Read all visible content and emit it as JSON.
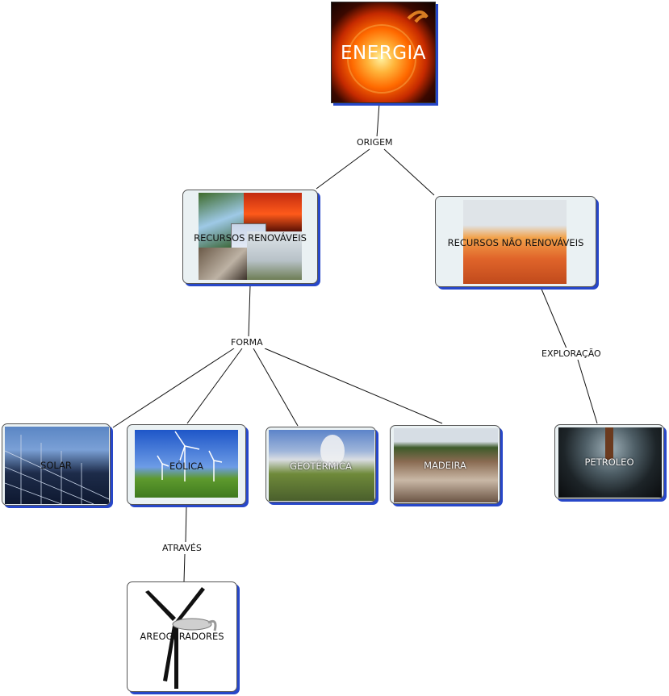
{
  "root": {
    "title": "ENERGIA"
  },
  "links": {
    "origem": "ORIGEM",
    "forma": "FORMA",
    "exploracao": "EXPLORAÇÃO",
    "atraves": "ATRAVÉS"
  },
  "nodes": {
    "renovaveis": "RECURSOS RENOVÁVEIS",
    "nao_renovaveis": "RECURSOS NÃO RENOVÁVEIS",
    "solar": "SOLAR",
    "eolica": "EÓLICA",
    "geotermica": "GEOTÉRMICA",
    "madeira": "MADEIRA",
    "petroleo": "PETROLEO",
    "aerogeradores": "AREOGERADORES"
  },
  "colors": {
    "shadow": "#2747c9",
    "node_bg": "#eaf1f3"
  }
}
